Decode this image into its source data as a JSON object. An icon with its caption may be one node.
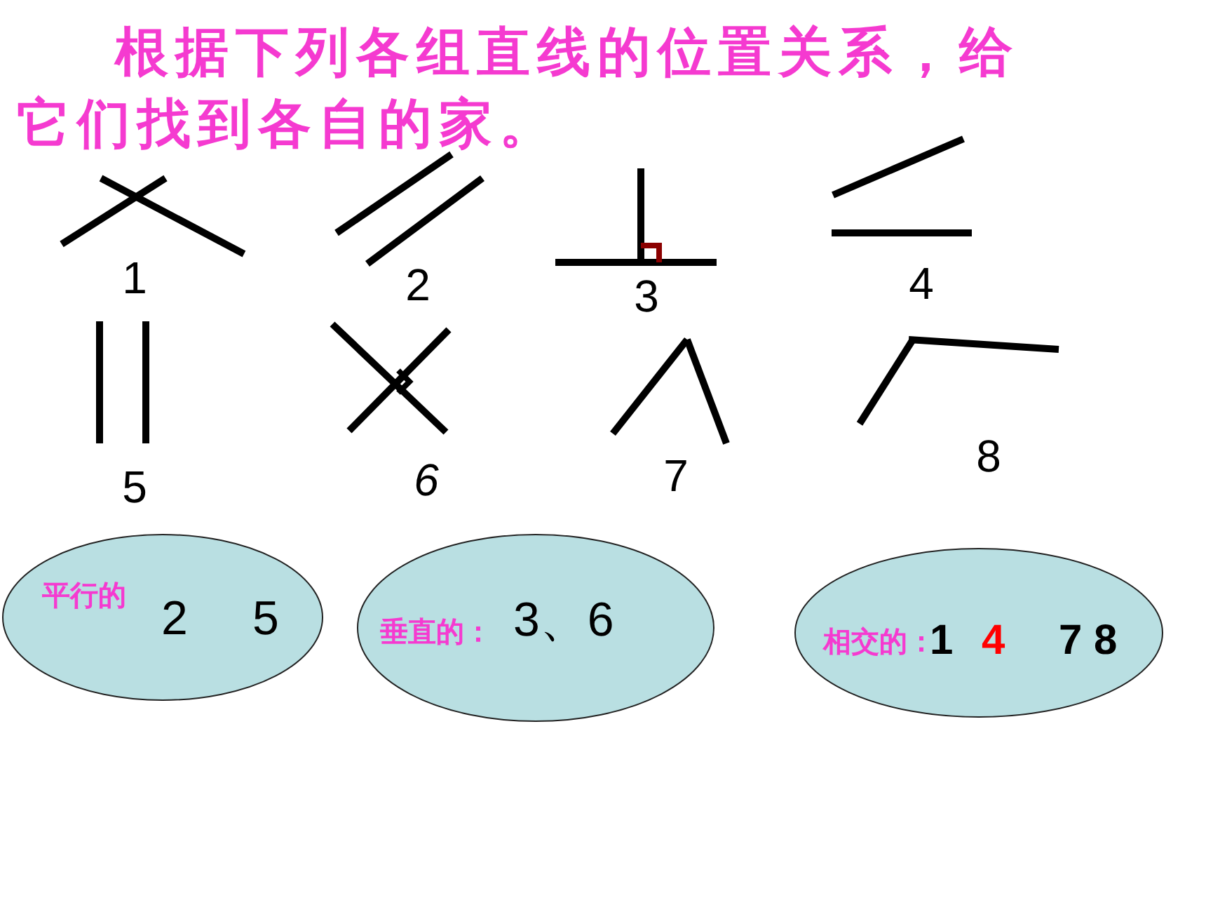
{
  "diagram": {
    "title": "根据下列各组直线的位置关系，给它们找到各自的家。",
    "nodes": [
      {
        "text": [
          "平行的",
          "2",
          "5"
        ]
      },
      {
        "text": [
          "垂直的：",
          "3、6"
        ]
      },
      {
        "text": [
          "相交的：",
          "1",
          "4",
          "7 8"
        ]
      }
    ],
    "labels": [
      "1",
      "2",
      "3",
      "4",
      "5",
      "6",
      "7",
      "8"
    ]
  }
}
